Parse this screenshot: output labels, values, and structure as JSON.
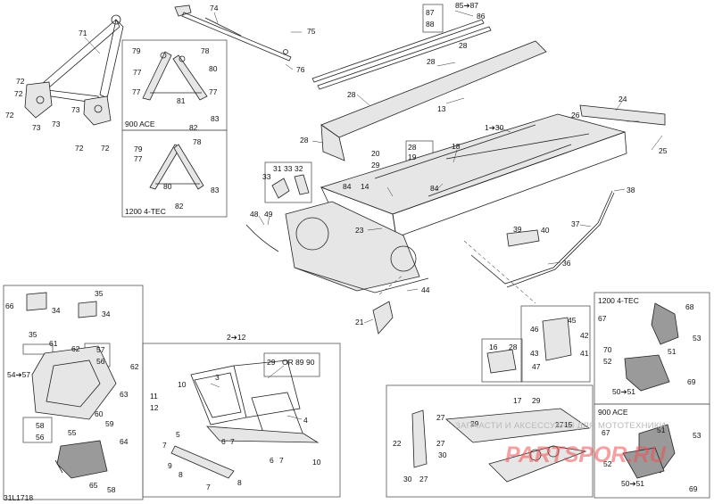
{
  "diagram_code": "31L1718",
  "watermark": {
    "line": "ЗАПЧАСТИ И АКСЕССУАРЫ ДЛЯ МОТОТЕХНИКИ",
    "logo": "PARTSPOR.RU"
  },
  "variants": {
    "ace_top": "900 ACE",
    "tec_top": "1200 4-TEC",
    "tec_right": "1200 4-TEC",
    "ace_right": "900 ACE"
  },
  "or_text": "OR",
  "range_labels": {
    "r2_12": "2➔12",
    "r1_30": "1➔30",
    "r85_87": "85➔87",
    "r50_51_a": "50➔51",
    "r50_51_b": "50➔51",
    "r54_57": "54➔57"
  },
  "callouts": {
    "c71": "71",
    "c72a": "72",
    "c72b": "72",
    "c72c": "72",
    "c72d": "72",
    "c72e": "72",
    "c73a": "73",
    "c73b": "73",
    "c73c": "73",
    "c74": "74",
    "c75": "75",
    "c76": "76",
    "c78a": "78",
    "c77a": "77",
    "c79a": "79",
    "c80a": "80",
    "c81": "81",
    "c77b": "77",
    "c82a": "82",
    "c83a": "83",
    "c79b": "79",
    "c78b": "78",
    "c77c": "77",
    "c80b": "80",
    "c83b": "83",
    "c82b": "82",
    "c87": "87",
    "c88": "88",
    "c86": "86",
    "c28a": "28",
    "c28b": "28",
    "c13": "13",
    "c28c": "28",
    "c28d": "28",
    "c20": "20",
    "c29a": "29",
    "c19": "19",
    "c18": "18",
    "c26": "26",
    "c24": "24",
    "c25": "25",
    "c31": "31",
    "c33a": "33",
    "c32": "32",
    "c33b": "33",
    "c84a": "84",
    "c14": "14",
    "c84b": "84",
    "c23": "23",
    "c48": "48",
    "c49": "49",
    "c38": "38",
    "c37": "37",
    "c39": "39",
    "c40": "40",
    "c36": "36",
    "c44": "44",
    "c21": "21",
    "c35a": "35",
    "c66": "66",
    "c34a": "34",
    "c35b": "35",
    "c34b": "34",
    "c61": "61",
    "c62a": "62",
    "c57": "57",
    "c56a": "56",
    "c62b": "62",
    "c63": "63",
    "c60": "60",
    "c59": "59",
    "c58": "58",
    "c56b": "56",
    "c55": "55",
    "c64": "64",
    "c65": "65",
    "c58b": "58",
    "c29b": "29",
    "c89": "89",
    "c90": "90",
    "c10a": "10",
    "c11": "11",
    "c12": "12",
    "c3": "3",
    "c4": "4",
    "c5": "5",
    "c7a": "7",
    "c6a": "6",
    "c7b": "7",
    "c8a": "8",
    "c9": "9",
    "c7c": "7",
    "c8b": "8",
    "c6b": "6",
    "c7d": "7",
    "c10b": "10",
    "c16": "16",
    "c28e": "28",
    "c45": "45",
    "c46": "46",
    "c42": "42",
    "c43": "43",
    "c41": "41",
    "c47": "47",
    "c67a": "67",
    "c68": "68",
    "c53a": "53",
    "c70": "70",
    "c51a": "51",
    "c52a": "52",
    "c69a": "69",
    "c67b": "67",
    "c53b": "53",
    "c51b": "51",
    "c52b": "52",
    "c69b": "69",
    "c17": "17",
    "c29c": "29",
    "c27a": "27",
    "c29d": "29",
    "c27b": "27",
    "c15": "15",
    "c22": "22",
    "c27c": "27",
    "c30a": "30",
    "c30b": "30",
    "c27d": "27"
  }
}
